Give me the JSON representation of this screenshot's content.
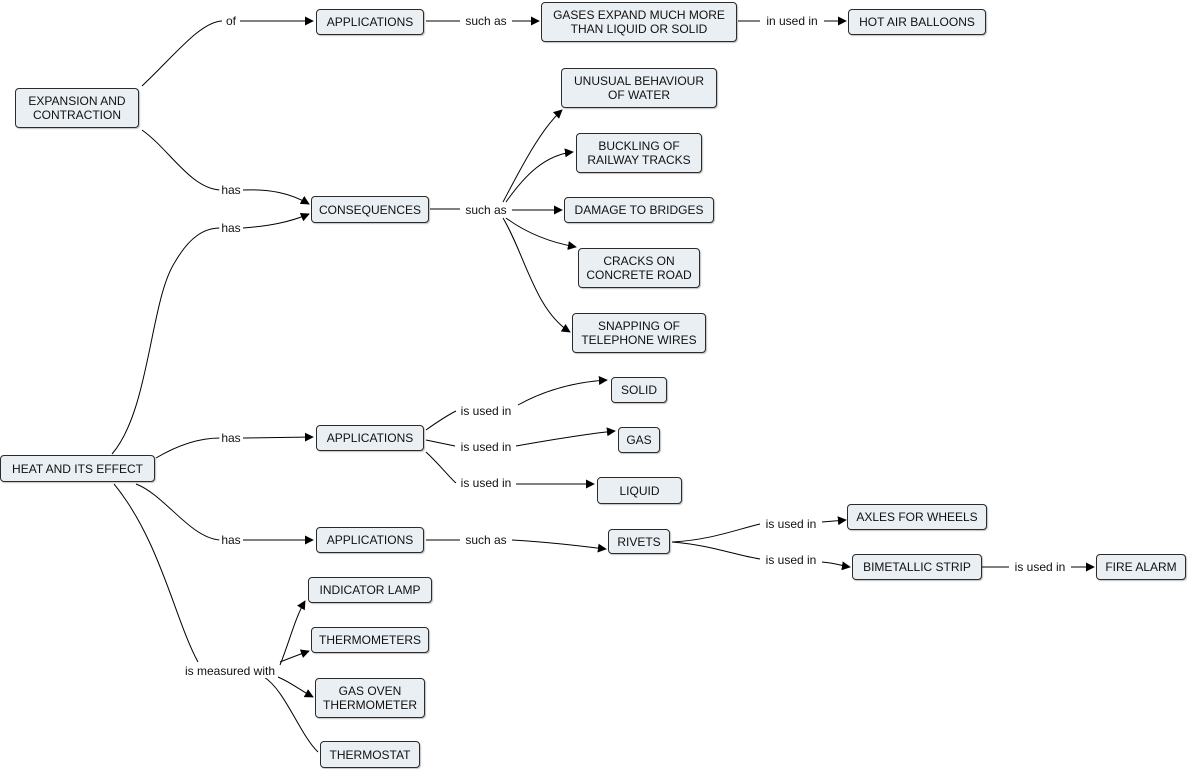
{
  "concepts": {
    "expansion": "EXPANSION AND\nCONTRACTION",
    "apps_top": "APPLICATIONS",
    "gases": "GASES EXPAND MUCH MORE\nTHAN LIQUID OR SOLID",
    "balloons": "HOT AIR BALLOONS",
    "consequences": "CONSEQUENCES",
    "water": "UNUSUAL BEHAVIOUR\nOF WATER",
    "railway": "BUCKLING OF\nRAILWAY TRACKS",
    "bridges": "DAMAGE TO BRIDGES",
    "cracks": "CRACKS ON\nCONCRETE ROAD",
    "wires": "SNAPPING OF\nTELEPHONE WIRES",
    "heat": "HEAT AND ITS EFFECT",
    "apps_mid": "APPLICATIONS",
    "solid": "SOLID",
    "gas": "GAS",
    "liquid": "LIQUID",
    "apps_low": "APPLICATIONS",
    "rivets": "RIVETS",
    "axles": "AXLES FOR WHEELS",
    "bimetal": "BIMETALLIC STRIP",
    "alarm": "FIRE ALARM",
    "lamp": "INDICATOR LAMP",
    "thermometers": "THERMOMETERS",
    "gasoven": "GAS OVEN\nTHERMOMETER",
    "thermostat": "THERMOSTAT"
  },
  "links": {
    "of": "of",
    "such_as_top": "such as",
    "in_used_in": "in used in",
    "has_cons_exp": "has",
    "has_cons_heat": "has",
    "such_as_cons": "such as",
    "has_apps_mid": "has",
    "is_used_in_solid": "is used in",
    "is_used_in_gas": "is used in",
    "is_used_in_liquid": "is used in",
    "has_apps_low": "has",
    "such_as_rivets": "such as",
    "is_used_in_axles": "is used in",
    "is_used_in_bimetal": "is used in",
    "is_used_in_alarm": "is used in",
    "measured_with": "is measured with"
  },
  "colors": {
    "node_fill": "#e9eff3",
    "node_border": "#2b2b2b",
    "line": "#000000"
  }
}
